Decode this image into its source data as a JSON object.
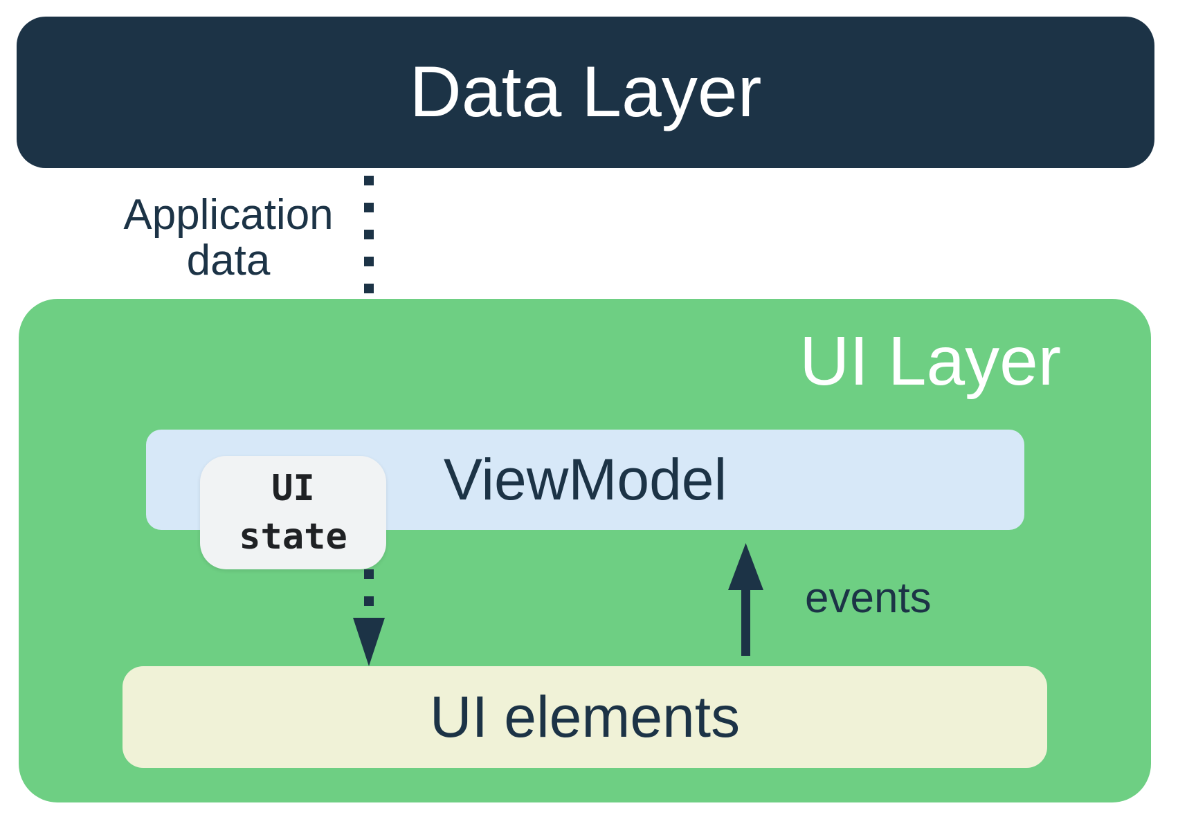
{
  "colors": {
    "background": "#FFFFFF",
    "navy": "#1C3346",
    "ui_layer_green": "#6ECF83",
    "viewmodel_blue": "#D7E8F8",
    "ui_elements_yellow": "#F0F2D7",
    "ui_state_grey": "#F1F3F4",
    "ui_state_text": "#1F2124",
    "layer_title_text": "#FFFFFF"
  },
  "data_layer": {
    "label": "Data Layer"
  },
  "ui_layer": {
    "label": "UI Layer"
  },
  "viewmodel": {
    "label": "ViewModel"
  },
  "ui_state": {
    "lines": [
      "UI",
      "state"
    ]
  },
  "ui_elements": {
    "label": "UI elements"
  },
  "arrows": {
    "application_data": {
      "label_lines": [
        "Application",
        "data"
      ],
      "style": "dotted",
      "direction": "down"
    },
    "ui_state_flow": {
      "style": "dotted",
      "direction": "down"
    },
    "events": {
      "label": "events",
      "style": "solid",
      "direction": "up"
    }
  }
}
